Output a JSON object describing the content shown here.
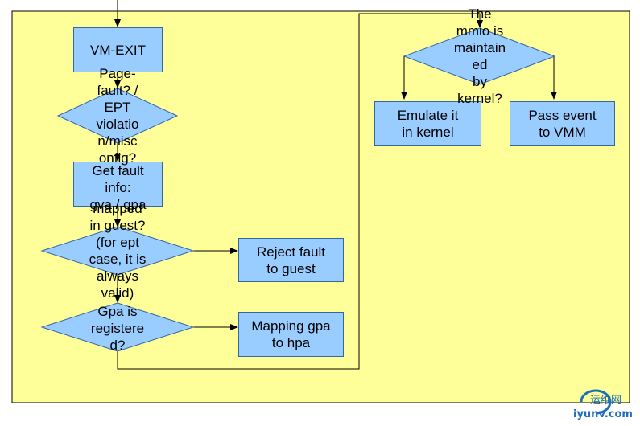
{
  "colors": {
    "page_bg": "#ffff99",
    "node_fill": "#99ccff",
    "node_stroke": "#3465a4",
    "line": "#000000",
    "watermark": "#1e6fb8"
  },
  "nodes": {
    "vm_exit": "VM-EXIT",
    "page_fault_q": "Page-\nfault? /\nEPT\nviolatio\nn/misc\nonfig?",
    "get_fault_info": "Get fault\ninfo:\ngva / gpa",
    "mapped_q": "mapped\nin guest?\n(for ept\ncase, it is\nalways\nvalid)",
    "reject_fault": "Reject fault\nto guest",
    "gpa_registered_q": "Gpa is\nregistere\nd?",
    "mapping_gpa": "Mapping gpa\nto hpa",
    "mmio_q": "The\nmmio is\nmaintain\ned\nby\nkernel?",
    "emulate": "Emulate it\nin kernel",
    "pass_event": "Pass event\nto VMM"
  },
  "watermark": {
    "cn": "运维网",
    "en": "iyunv.com"
  }
}
